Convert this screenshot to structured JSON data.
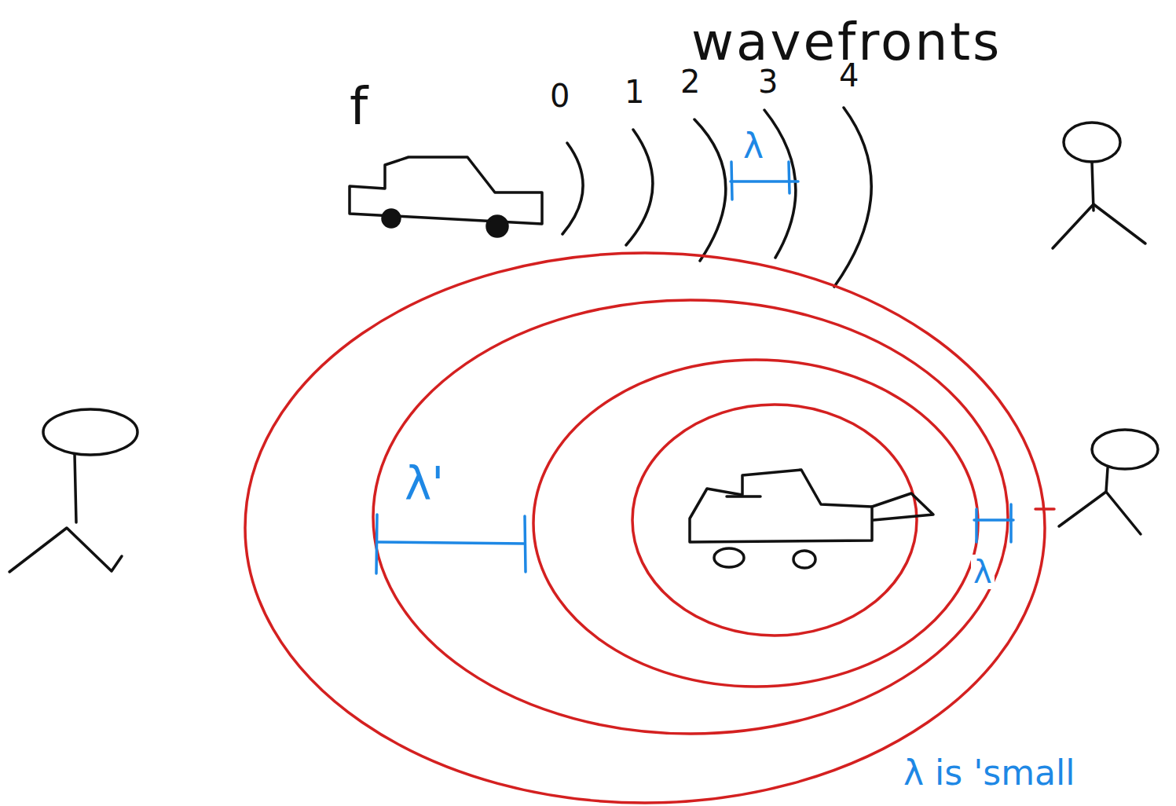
{
  "diagram": {
    "labels": [
      "wavefronts",
      "f",
      "0",
      "1",
      "2",
      "3",
      "4",
      "λ",
      "λ'",
      "λ",
      "λ is 'small"
    ]
  }
}
